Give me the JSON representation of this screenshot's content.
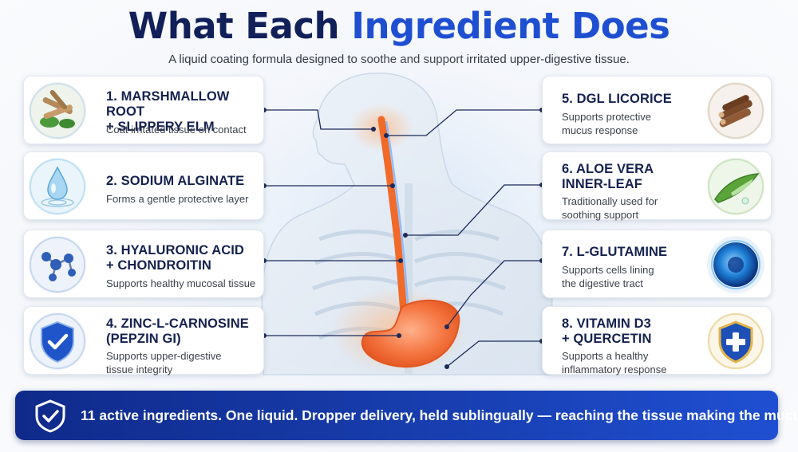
{
  "header": {
    "title_part1": "What Each",
    "title_part2": "Ingredient Does",
    "subtitle": "A liquid coating formula designed to soothe and support irritated upper-digestive tissue."
  },
  "ingredients_left": [
    {
      "title": "1. MARSHMALLOW ROOT\n+ SLIPPERY ELM",
      "desc": "Coat irritated tissue on contact",
      "icon": "root-sticks-icon"
    },
    {
      "title": "2. SODIUM ALGINATE",
      "desc": "Forms a gentle protective layer",
      "icon": "water-drop-icon"
    },
    {
      "title": "3. HYALURONIC ACID\n+ CHONDROITIN",
      "desc": "Supports healthy mucosal tissue",
      "icon": "molecule-icon"
    },
    {
      "title": "4. ZINC-L-CARNOSINE\n(PEPZIN GI)",
      "desc": "Supports upper-digestive\ntissue integrity",
      "icon": "shield-check-icon"
    }
  ],
  "ingredients_right": [
    {
      "title": "5. DGL LICORICE",
      "desc": "Supports protective\nmucus response",
      "icon": "licorice-root-icon"
    },
    {
      "title": "6. ALOE VERA\nINNER-LEAF",
      "desc": "Traditionally used for\nsoothing support",
      "icon": "aloe-leaf-icon"
    },
    {
      "title": "7. L-GLUTAMINE",
      "desc": "Supports cells lining\nthe digestive tract",
      "icon": "cell-icon"
    },
    {
      "title": "8. VITAMIN D3\n+ QUERCETIN",
      "desc": "Supports a healthy\ninflammatory response",
      "icon": "shield-cross-icon"
    }
  ],
  "banner": {
    "text": "11 active ingredients. One liquid. Dropper delivery, held sublingually — reaching the tissue making the mucus.",
    "icon": "shield-check-icon"
  },
  "colors": {
    "title": "#12205a",
    "title_accent": "#1f4fd1",
    "banner": "#163aa8",
    "esophagus": "#f06a2a",
    "connector": "#1c2a5a"
  }
}
